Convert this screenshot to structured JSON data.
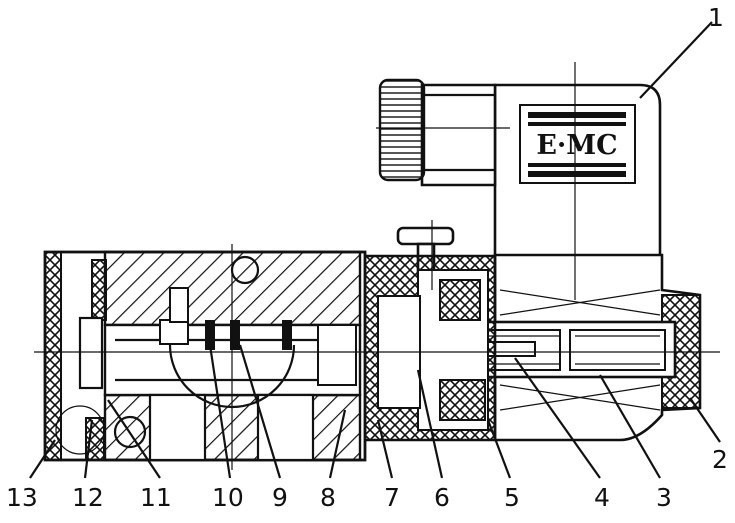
{
  "logo": {
    "text": "E·MC"
  },
  "callouts": [
    {
      "id": "1",
      "label": "1"
    },
    {
      "id": "2",
      "label": "2"
    },
    {
      "id": "3",
      "label": "3"
    },
    {
      "id": "4",
      "label": "4"
    },
    {
      "id": "5",
      "label": "5"
    },
    {
      "id": "6",
      "label": "6"
    },
    {
      "id": "7",
      "label": "7"
    },
    {
      "id": "8",
      "label": "8"
    },
    {
      "id": "9",
      "label": "9"
    },
    {
      "id": "10",
      "label": "10"
    },
    {
      "id": "11",
      "label": "11"
    },
    {
      "id": "12",
      "label": "12"
    },
    {
      "id": "13",
      "label": "13"
    }
  ]
}
